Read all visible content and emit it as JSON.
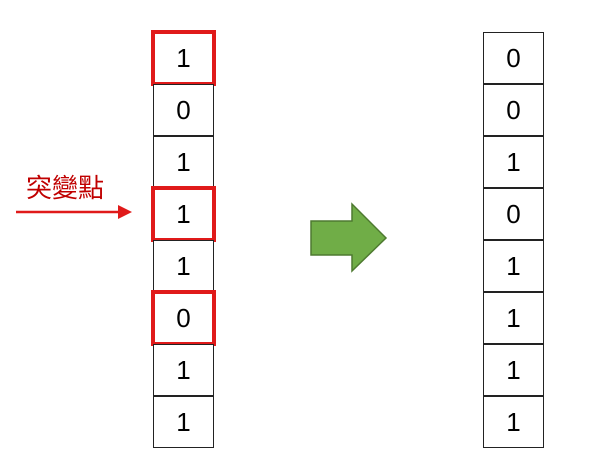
{
  "diagram": {
    "mutation_label": "突變點",
    "before_bits": [
      "1",
      "0",
      "1",
      "1",
      "1",
      "0",
      "1",
      "1"
    ],
    "after_bits": [
      "0",
      "0",
      "1",
      "0",
      "1",
      "1",
      "1",
      "1"
    ],
    "highlighted_indices": [
      0,
      3,
      5
    ],
    "colors": {
      "highlight": "#e01a1a",
      "label": "#c00000",
      "arrow_fill": "#70ad47",
      "arrow_stroke": "#4e7a30",
      "grid": "#222222"
    }
  }
}
